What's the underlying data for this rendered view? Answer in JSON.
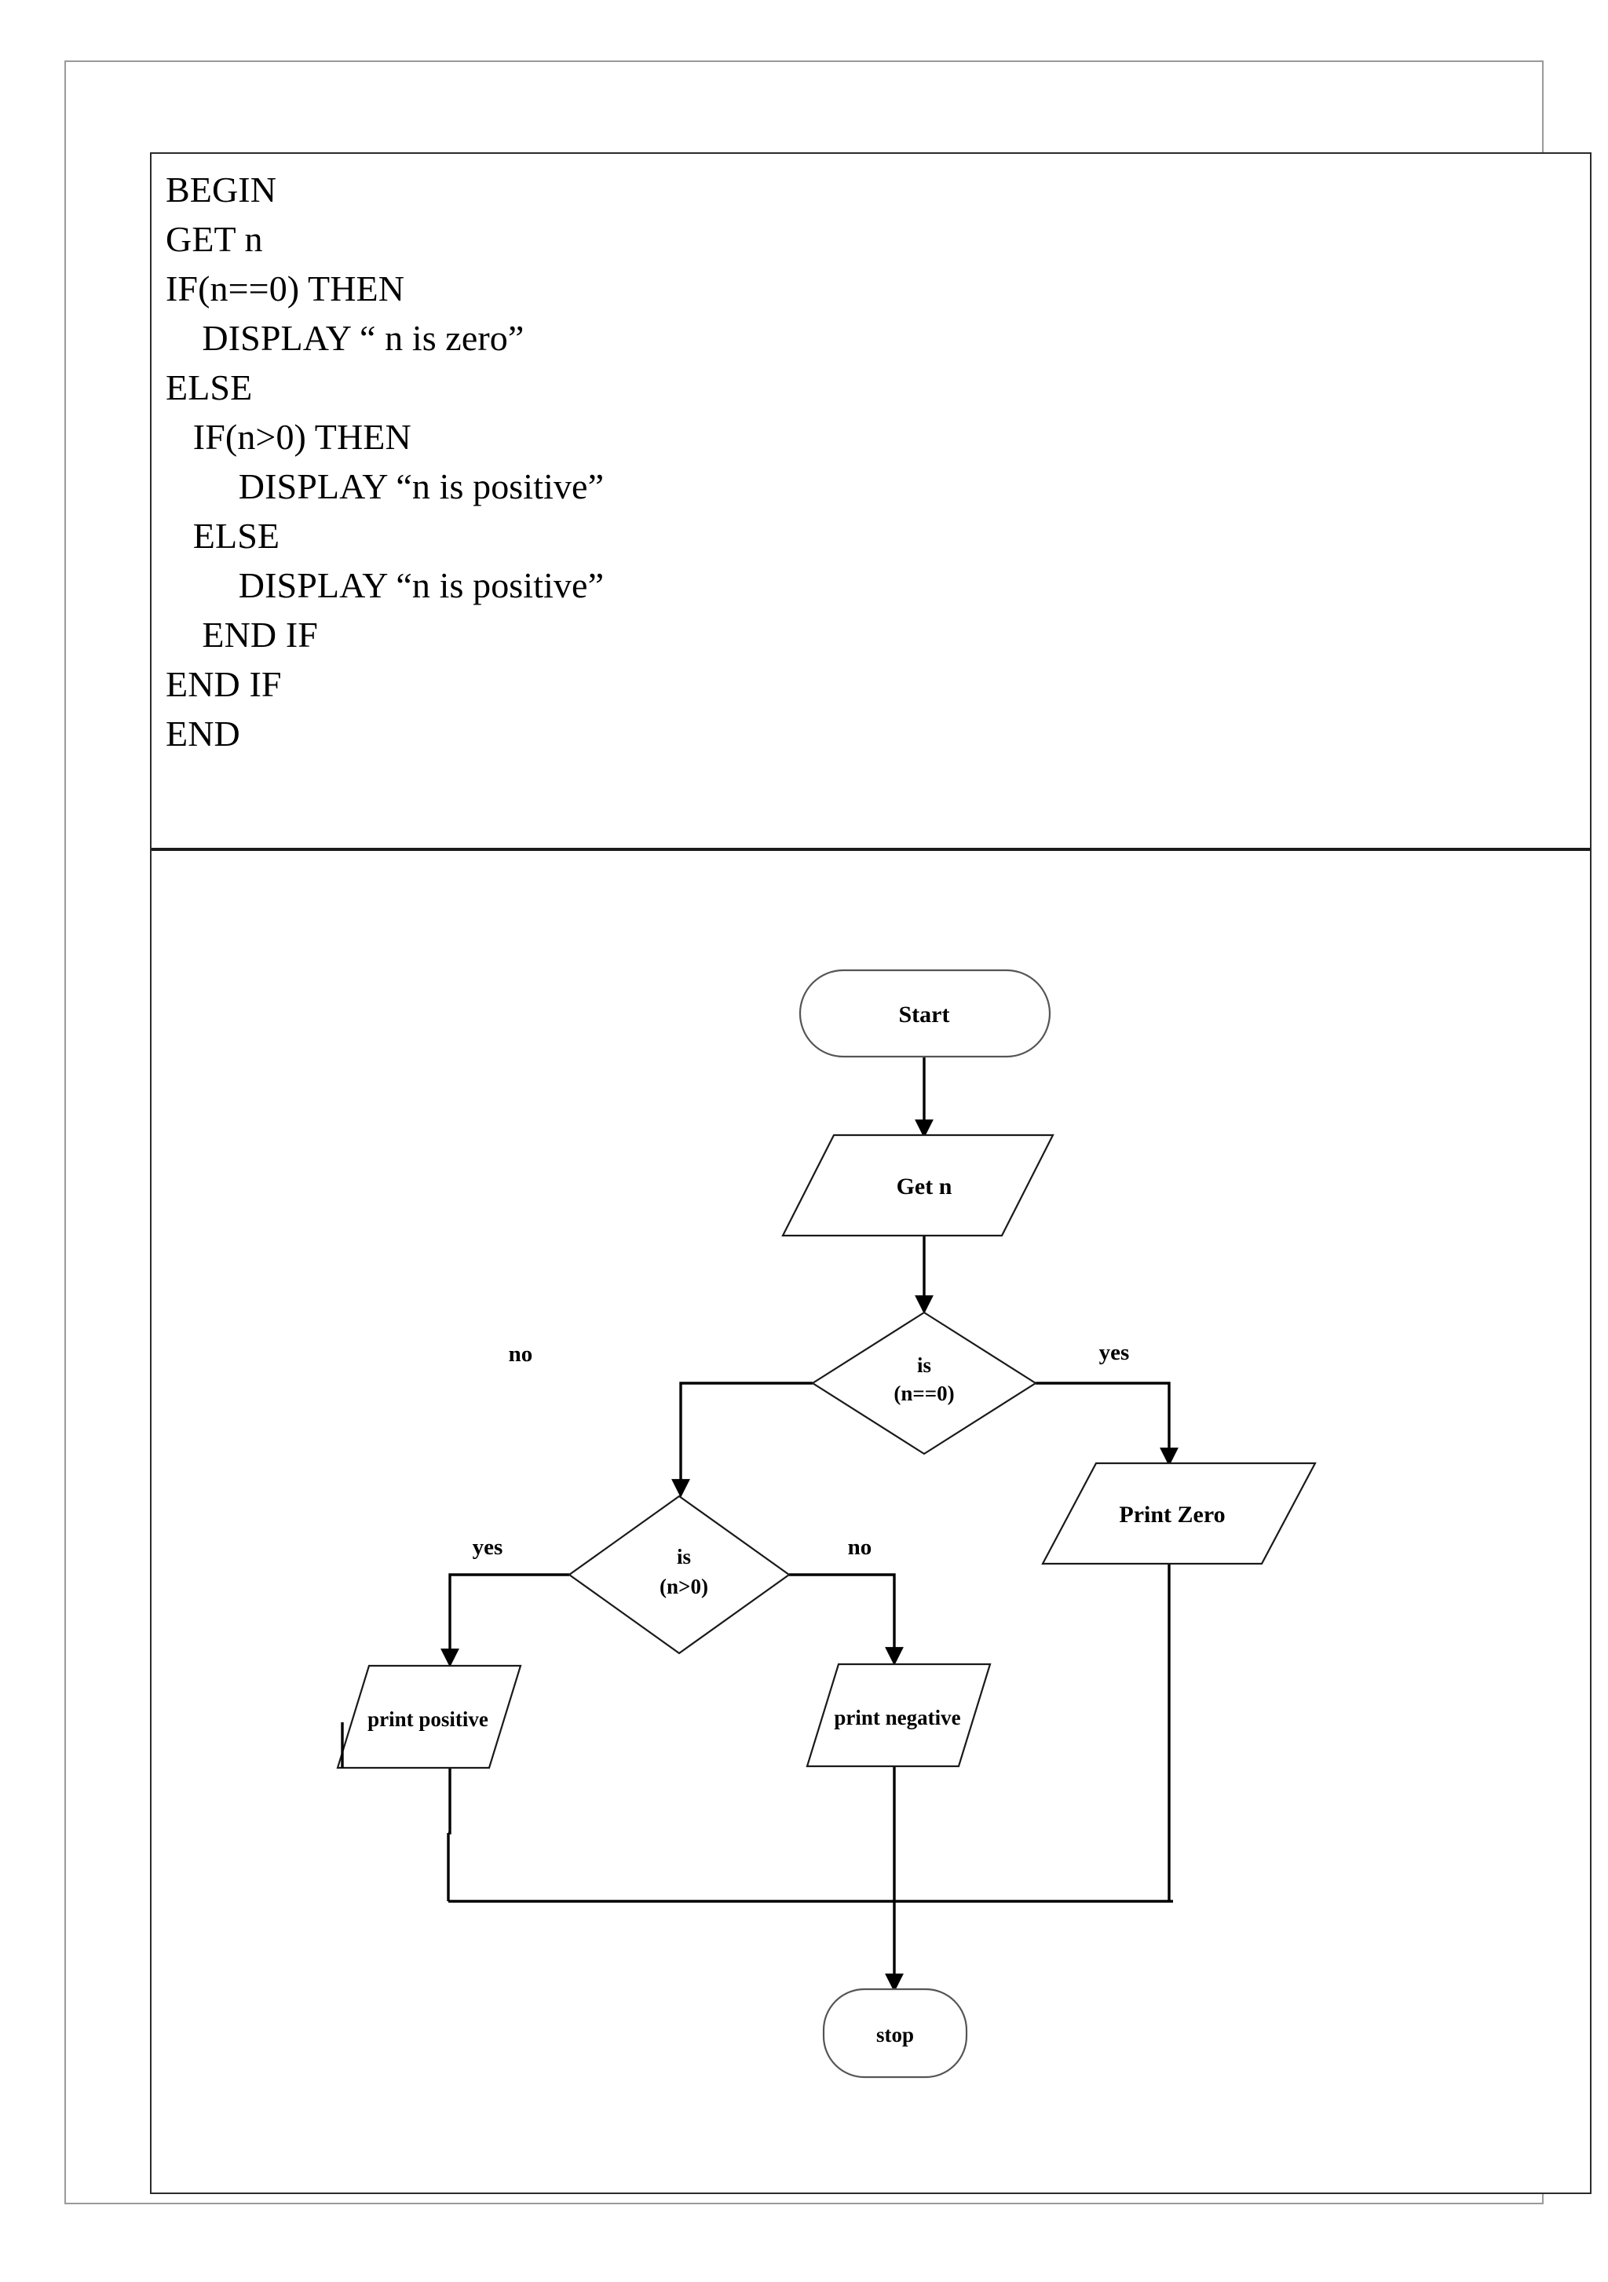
{
  "document": {
    "pseudocode": {
      "title": "pseudocode-block",
      "lines": [
        "BEGIN",
        "GET n",
        "IF(n==0) THEN",
        "    DISPLAY “ n is zero”",
        "ELSE",
        "   IF(n>0) THEN",
        "        DISPLAY “n is positive”",
        "   ELSE",
        "        DISPLAY “n is positive”",
        "    END IF",
        "END IF",
        "END"
      ]
    },
    "flowchart": {
      "nodes": {
        "start": "Start",
        "get_n": "Get n",
        "decision_zero_line1": "is",
        "decision_zero_line2": "(n==0)",
        "decision_positive_line1": "is",
        "decision_positive_line2": "(n>0)",
        "print_zero": "Print Zero",
        "print_positive": "print positive",
        "print_negative": "print negative",
        "stop": "stop"
      },
      "edge_labels": {
        "zero_no": "no",
        "zero_yes": "yes",
        "positive_yes": "yes",
        "positive_no": "no"
      },
      "colors": {
        "shape_stroke": "#1a1a1a",
        "connector": "#000000",
        "background": "#ffffff",
        "frame": "#9a9a9a",
        "table_border": "#2b2b2b"
      }
    }
  }
}
